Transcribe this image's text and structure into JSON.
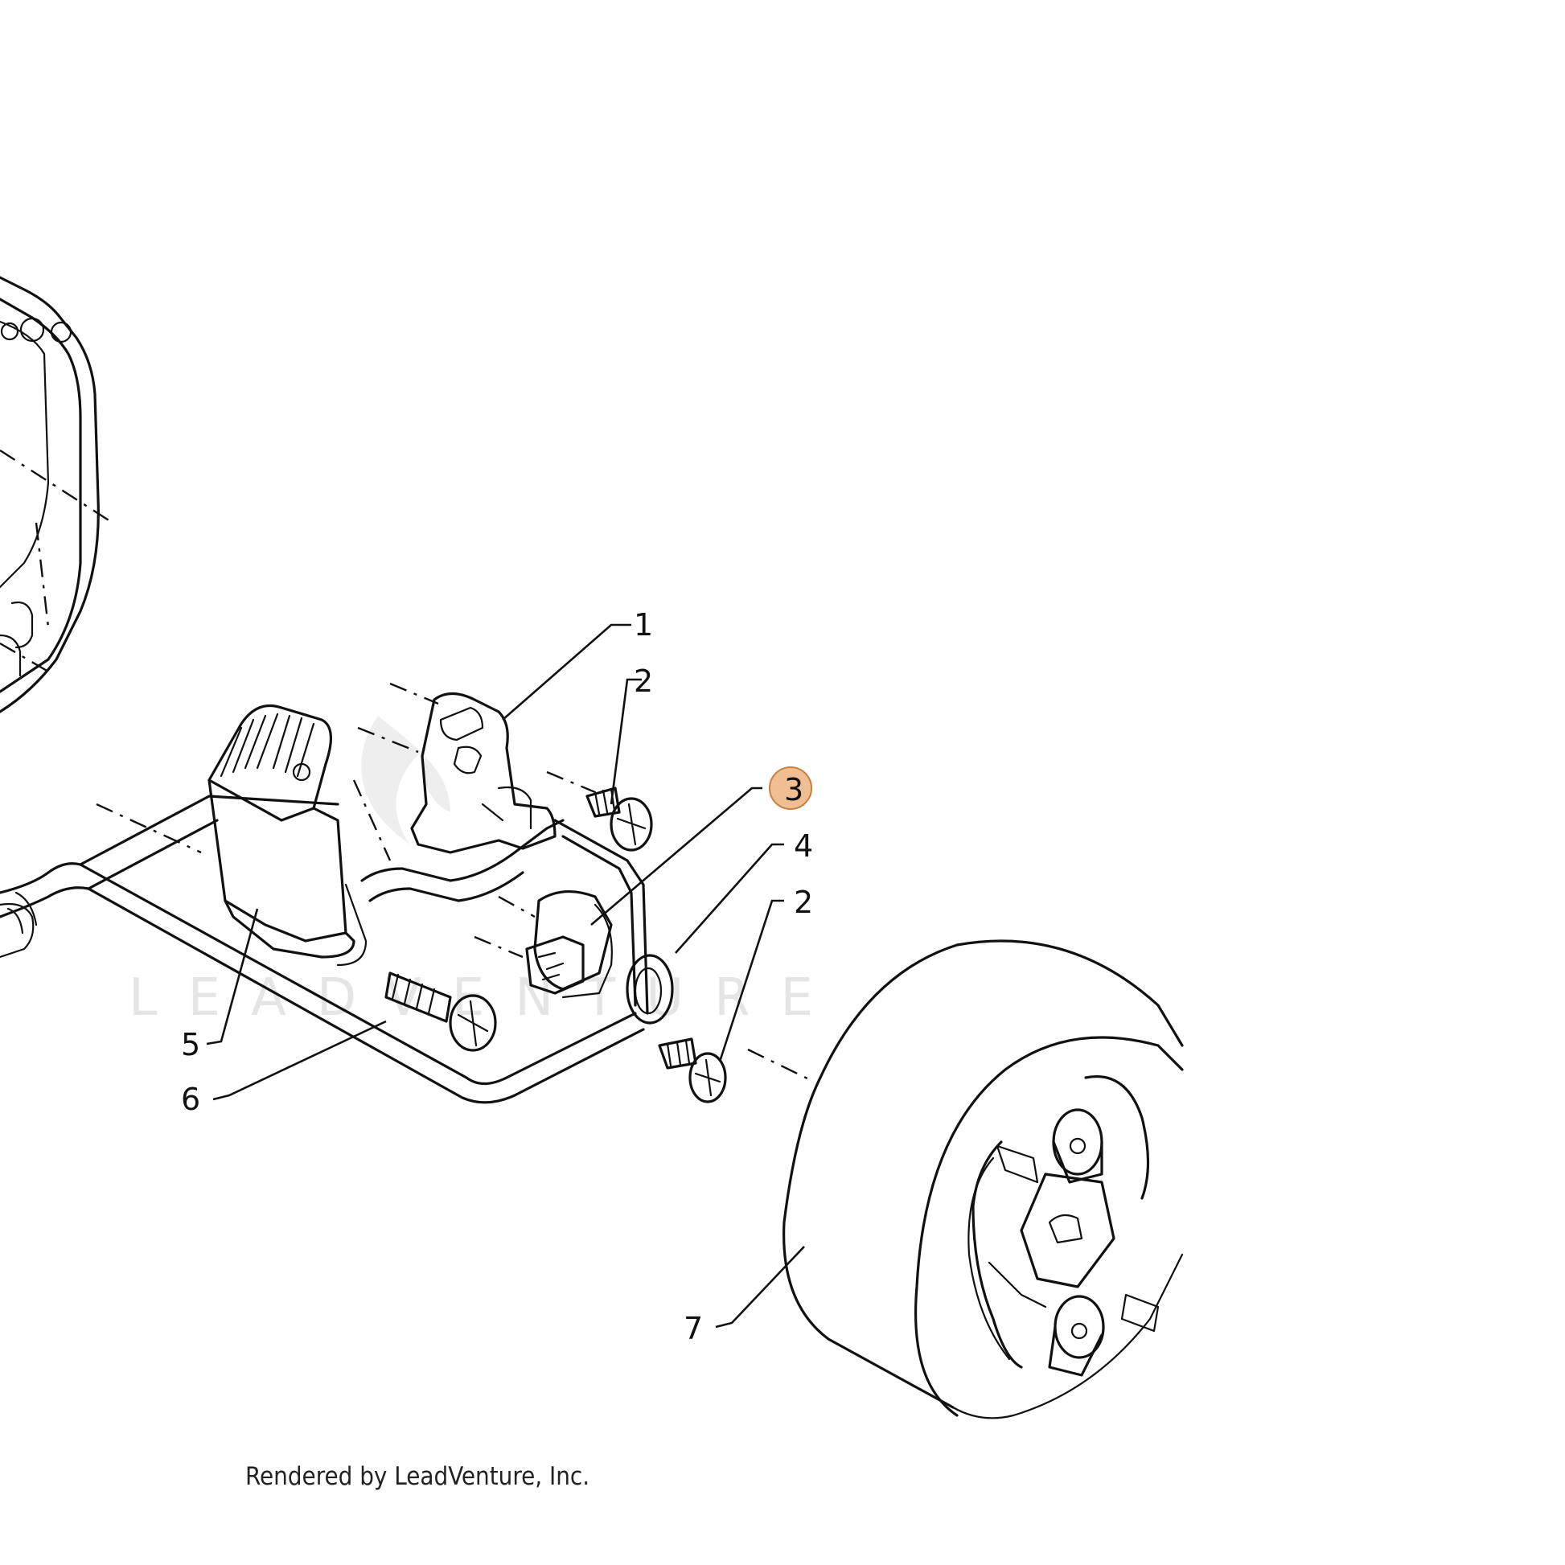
{
  "diagram": {
    "callouts": {
      "part_1": "1",
      "part_2a": "2",
      "part_3": "3",
      "part_4": "4",
      "part_2b": "2",
      "part_5": "5",
      "part_6": "6",
      "part_7": "7"
    },
    "highlighted_part": "3",
    "highlight_color": "#e9a86d",
    "watermark": "LEADVENTURE",
    "credit": "Rendered by LeadVenture, Inc."
  }
}
